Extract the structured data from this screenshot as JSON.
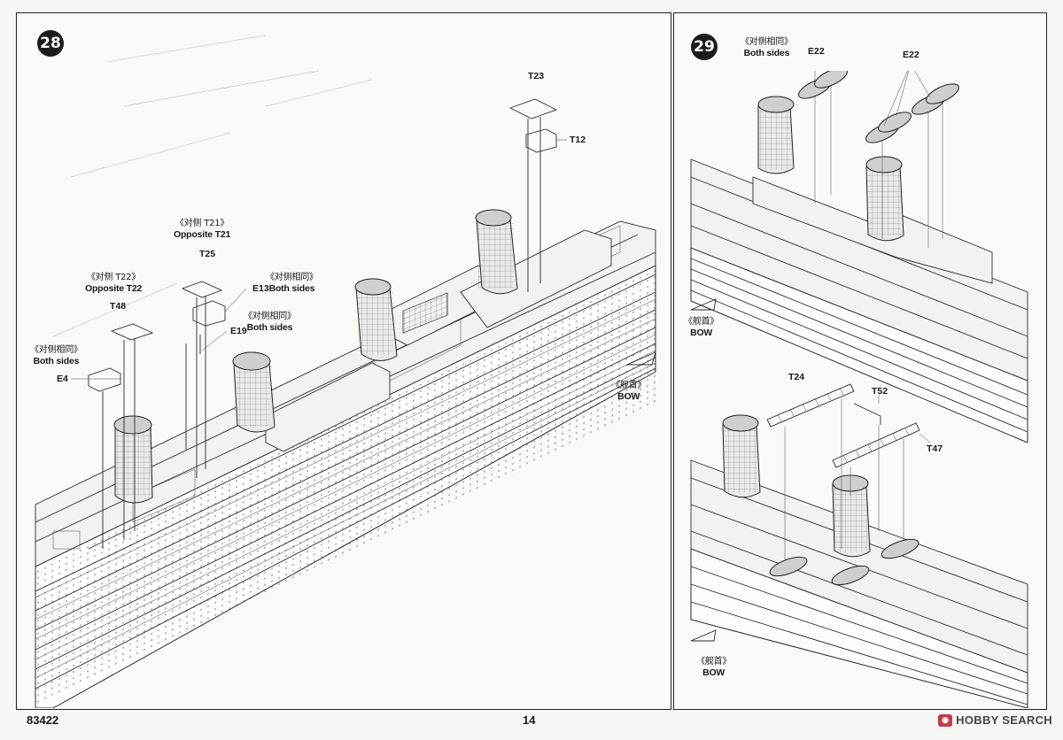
{
  "steps": {
    "left": "28",
    "right": "29"
  },
  "footer": {
    "code": "83422",
    "page": "14",
    "watermark": "HOBBY SEARCH"
  },
  "step28": {
    "labels": {
      "t21_cn": "《对侧  T21》",
      "t21_en": "Opposite T21",
      "t22_cn": "《对侧  T22》",
      "t22_en": "Opposite T22",
      "both1_cn": "《对侧相同》",
      "both1_en": "Both sides",
      "both2_cn": "《对侧相同》",
      "both2_en": "Both sides",
      "both3_cn": "《对侧相同》",
      "both3_en": "Both sides",
      "bow_cn": "《舰首》",
      "bow_en": "BOW"
    },
    "parts": [
      "T23",
      "T12",
      "T25",
      "E13",
      "T48",
      "E19",
      "E4"
    ]
  },
  "step29": {
    "labels": {
      "both_cn": "《对侧相同》",
      "both_en": "Both sides",
      "bow_top_cn": "《舰首》",
      "bow_top_en": "BOW",
      "bow_bottom_cn": "《舰首》",
      "bow_bottom_en": "BOW"
    },
    "parts": [
      "E22",
      "E22",
      "T24",
      "T52",
      "T47"
    ]
  }
}
